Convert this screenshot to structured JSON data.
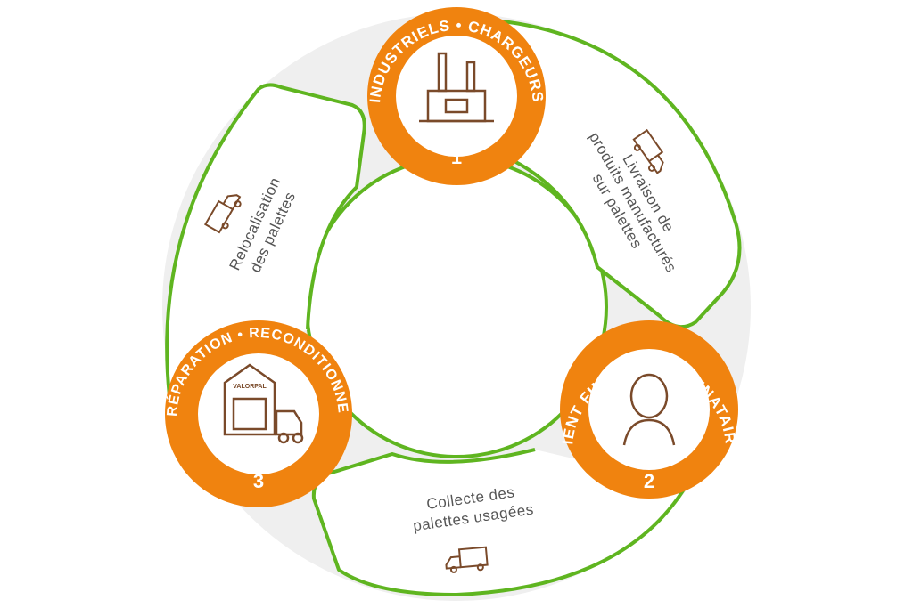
{
  "colors": {
    "orange": "#F0830F",
    "green": "#5FB520",
    "ring_gray": "#EFEFEF",
    "icon_brown": "#7A4A2A",
    "text_gray": "#555555"
  },
  "nodes": [
    {
      "id": "industriels",
      "title": "INDUSTRIELS • CHARGEURS",
      "number": "1",
      "icon": "factory-icon"
    },
    {
      "id": "clients",
      "title": "CLIENT FINAUX • DESTINATAIRES",
      "number": "2",
      "icon": "person-icon"
    },
    {
      "id": "tri",
      "title": "TRI • RÉPARATION • RECONDITIONNEMENT",
      "number": "3",
      "icon": "warehouse-icon",
      "logo": "VALORPAL"
    }
  ],
  "flows": [
    {
      "id": "livraison",
      "lines": [
        "Livraison de",
        "produits manufacturés",
        "sur palettes"
      ],
      "icon": "truck-icon"
    },
    {
      "id": "collecte",
      "lines": [
        "Collecte des",
        "palettes usagées"
      ],
      "icon": "truck-icon"
    },
    {
      "id": "relocalisation",
      "lines": [
        "Relocalisation",
        "des palettes"
      ],
      "icon": "truck-icon"
    }
  ]
}
